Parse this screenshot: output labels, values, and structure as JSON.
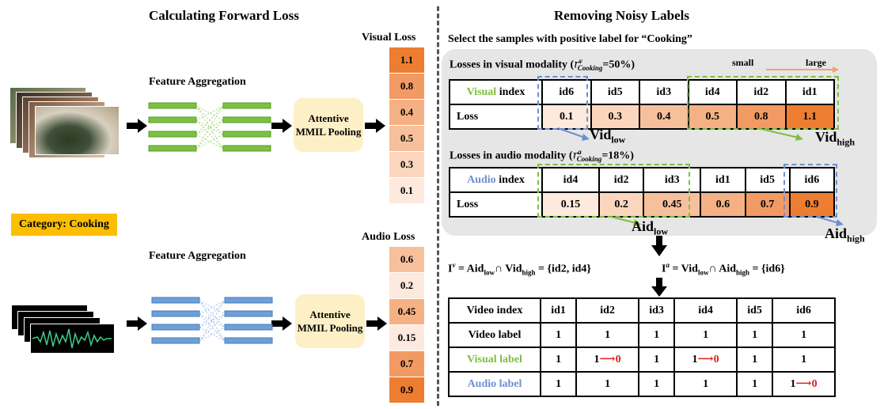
{
  "left": {
    "title": "Calculating Forward Loss",
    "feature_agg": "Feature Aggregation",
    "pooling": "Attentive MMIL Pooling",
    "category": "Category: Cooking",
    "visual_loss_title": "Visual Loss",
    "audio_loss_title": "Audio Loss",
    "visual_losses": [
      {
        "v": "1.1",
        "c": "#ed7d31"
      },
      {
        "v": "0.8",
        "c": "#f29a63"
      },
      {
        "v": "0.4",
        "c": "#f5b184"
      },
      {
        "v": "0.5",
        "c": "#f7c09c"
      },
      {
        "v": "0.3",
        "c": "#fbd6bd"
      },
      {
        "v": "0.1",
        "c": "#fde9dd"
      }
    ],
    "audio_losses": [
      {
        "v": "0.6",
        "c": "#f7c09c"
      },
      {
        "v": "0.2",
        "c": "#fde9dd"
      },
      {
        "v": "0.45",
        "c": "#f5b184"
      },
      {
        "v": "0.15",
        "c": "#fde9dd"
      },
      {
        "v": "0.7",
        "c": "#f29a63"
      },
      {
        "v": "0.9",
        "c": "#ed7d31"
      }
    ]
  },
  "right": {
    "title": "Removing Noisy Labels",
    "select_text": "Select the samples with positive label for “Cooking”",
    "visual_header": "Losses in visual modality (",
    "visual_ratio": "=50%)",
    "audio_header": "Losses in audio modality (",
    "audio_ratio": "=18%)",
    "r_symbol": "r",
    "r_sup_v": "v",
    "r_sup_a": "a",
    "r_sub": "Cooking",
    "small": "small",
    "large": "large",
    "visual_table": {
      "row1_head_color": "Visual",
      "row1_head_rest": " index",
      "row2_head": "Loss",
      "ids": [
        "id6",
        "id5",
        "id3",
        "id4",
        "id2",
        "id1"
      ],
      "losses": [
        "0.1",
        "0.3",
        "0.4",
        "0.5",
        "0.8",
        "1.1"
      ],
      "colors": [
        "#fde9dd",
        "#fbd6bd",
        "#f7c09c",
        "#f5b184",
        "#f29a63",
        "#ed7d31"
      ]
    },
    "audio_table": {
      "row1_head_color": "Audio",
      "row1_head_rest": " index",
      "row2_head": "Loss",
      "ids": [
        "id4",
        "id2",
        "id3",
        "id1",
        "id5",
        "id6"
      ],
      "losses": [
        "0.15",
        "0.2",
        "0.45",
        "0.6",
        "0.7",
        "0.9"
      ],
      "colors": [
        "#fde9dd",
        "#fbd6bd",
        "#f7c09c",
        "#f5b184",
        "#f29a63",
        "#ed7d31"
      ]
    },
    "vid_low": "Vid",
    "vid_low_sub": "low",
    "vid_high": "Vid",
    "vid_high_sub": "high",
    "aid_low": "Aid",
    "aid_low_sub": "low",
    "aid_high": "Aid",
    "aid_high_sub": "high",
    "formula_v": {
      "I": "I",
      "sup": "v",
      "eq": " = Aid",
      "sub1": "low",
      "cap": "∩ Vid",
      "sub2": "high",
      "rest": " = {id2, id4}"
    },
    "formula_a": {
      "I": "I",
      "sup": "a",
      "eq": " = Vid",
      "sub1": "low",
      "cap": "∩ Aid",
      "sub2": "high",
      "rest": " = {id6}"
    },
    "final_table": {
      "header": [
        "Video index",
        "id1",
        "id2",
        "id3",
        "id4",
        "id5",
        "id6"
      ],
      "video_label": [
        "Video label",
        "1",
        "1",
        "1",
        "1",
        "1",
        "1"
      ],
      "visual_label_name": "Visual label",
      "visual_label": [
        "1",
        "1",
        "1",
        "1",
        "1",
        "1"
      ],
      "audio_label_name": "Audio label",
      "audio_label": [
        "1",
        "1",
        "1",
        "1",
        "1",
        "1"
      ],
      "flip_target": "0",
      "visual_flips": [
        1,
        3
      ],
      "audio_flips": [
        5
      ]
    }
  },
  "colors": {
    "green": "#7dbf3f",
    "blue": "#6e8fd0",
    "red": "#e01e1e",
    "cat_bg": "#fdbe00",
    "pool_bg": "#fdf0c6"
  }
}
